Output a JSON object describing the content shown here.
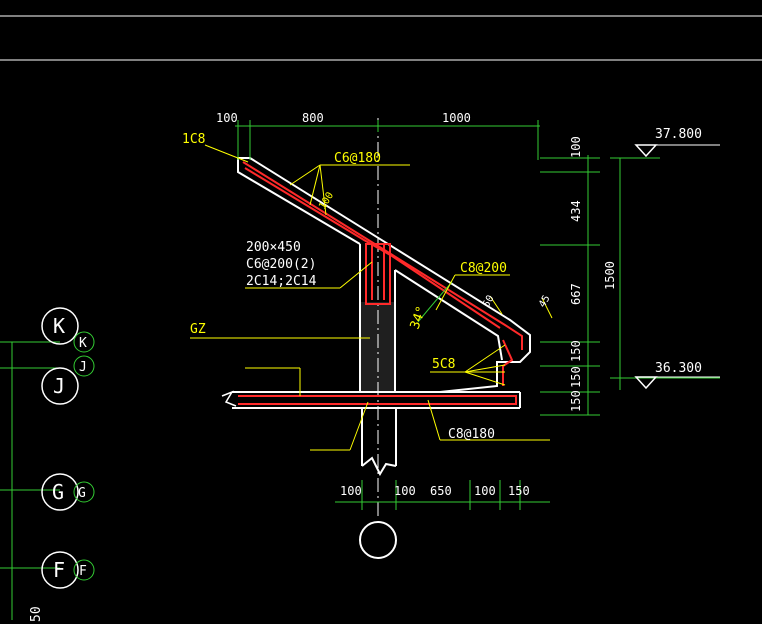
{
  "top_dims": [
    "100",
    "800",
    "1000"
  ],
  "right_dims": [
    "100",
    "434",
    "667",
    "150",
    "150",
    "150"
  ],
  "total_dim": "1500",
  "bottom_dims": [
    "100",
    "100",
    "650",
    "100",
    "150"
  ],
  "elevations": [
    "37.800",
    "36.300"
  ],
  "angle": "34°",
  "annotations": {
    "top_bar": "1C8",
    "stirrup_top": "C6@180",
    "stirrup_dim": "100",
    "beam_size": "200×450",
    "beam_stirrup": "C6@200(2)",
    "beam_bars": "2C14;2C14",
    "gz_note": "GZ",
    "slab_stirrup": "C8@200",
    "corner_bars": "5C8",
    "bottom_bar": "C8@180",
    "slope_dim_a": "50",
    "slope_dim_b": "45"
  },
  "axis_labels": [
    "K",
    "K",
    "J",
    "J",
    "G",
    "G",
    "F",
    "F"
  ],
  "edge_label": "50",
  "colors": {
    "concrete": "#ffffff",
    "rebar": "#ff2a2a",
    "dimension": "#33cc33",
    "note": "#ffff00"
  }
}
